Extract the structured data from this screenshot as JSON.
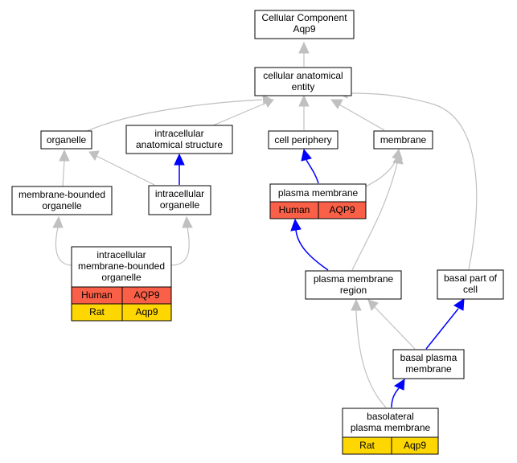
{
  "colors": {
    "human": "#fa6047",
    "rat": "#ffd700",
    "part_of_edge": "#0000ff",
    "is_a_edge": "#c0c0c0"
  },
  "nodes": {
    "cellular_component": [
      "Cellular Component",
      "Aqp9"
    ],
    "cellular_anatomical_entity": [
      "cellular anatomical",
      "entity"
    ],
    "organelle": [
      "organelle"
    ],
    "intracellular_anatomical_structure": [
      "intracellular",
      "anatomical structure"
    ],
    "cell_periphery": [
      "cell periphery"
    ],
    "membrane": [
      "membrane"
    ],
    "membrane_bounded_organelle": [
      "membrane-bounded",
      "organelle"
    ],
    "intracellular_organelle": [
      "intracellular",
      "organelle"
    ],
    "plasma_membrane": [
      "plasma membrane"
    ],
    "intracellular_membrane_bounded_organelle": [
      "intracellular",
      "membrane-bounded",
      "organelle"
    ],
    "plasma_membrane_region": [
      "plasma membrane",
      "region"
    ],
    "basal_part_of_cell": [
      "basal part of",
      "cell"
    ],
    "basal_plasma_membrane": [
      "basal plasma",
      "membrane"
    ],
    "basolateral_plasma_membrane": [
      "basolateral",
      "plasma membrane"
    ]
  },
  "annotations": {
    "plasma_membrane": [
      [
        "Human",
        "AQP9"
      ]
    ],
    "intracellular_membrane_bounded_organelle": [
      [
        "Human",
        "AQP9"
      ],
      [
        "Rat",
        "Aqp9"
      ]
    ],
    "basolateral_plasma_membrane": [
      [
        "Rat",
        "Aqp9"
      ]
    ]
  }
}
